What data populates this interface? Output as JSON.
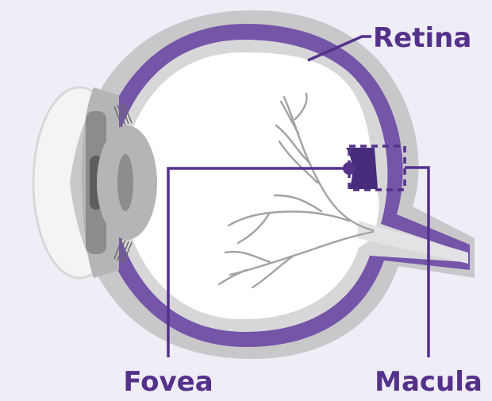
{
  "labels": {
    "retina": "Retina",
    "fovea": "Fovea",
    "macula": "Macula"
  },
  "colors": {
    "background": "#efedf6",
    "retina_purple": "#7455a8",
    "macula_dark": "#472c7c",
    "label_text": "#54318a",
    "outer_gray": "#c9c9cb",
    "sclera_gray": "#b4b4b6",
    "vessel_gray": "#9d9d9f",
    "eyeball_white": "#ffffff",
    "leader_line": "#54318a"
  }
}
